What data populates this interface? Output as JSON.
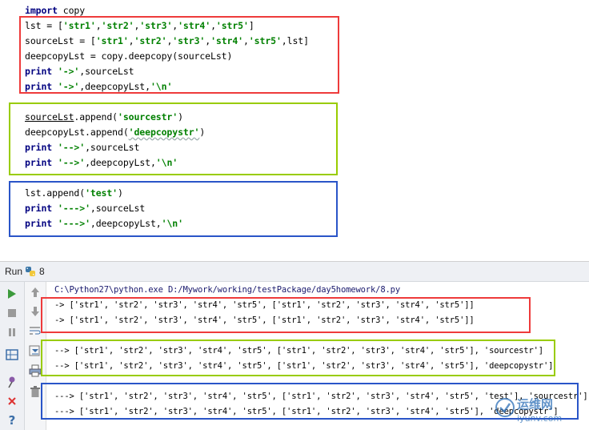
{
  "editor": {
    "lines": [
      {
        "parts": [
          {
            "t": "import",
            "c": "kw"
          },
          {
            "t": " copy",
            "c": ""
          }
        ]
      },
      {
        "parts": [
          {
            "t": "lst = [",
            "c": ""
          },
          {
            "t": "'str1'",
            "c": "str"
          },
          {
            "t": ",",
            "c": ""
          },
          {
            "t": "'str2'",
            "c": "str"
          },
          {
            "t": ",",
            "c": ""
          },
          {
            "t": "'str3'",
            "c": "str"
          },
          {
            "t": ",",
            "c": ""
          },
          {
            "t": "'str4'",
            "c": "str"
          },
          {
            "t": ",",
            "c": ""
          },
          {
            "t": "'str5'",
            "c": "str"
          },
          {
            "t": "]",
            "c": ""
          }
        ]
      },
      {
        "parts": [
          {
            "t": "sourceLst = [",
            "c": ""
          },
          {
            "t": "'str1'",
            "c": "str"
          },
          {
            "t": ",",
            "c": ""
          },
          {
            "t": "'str2'",
            "c": "str"
          },
          {
            "t": ",",
            "c": ""
          },
          {
            "t": "'str3'",
            "c": "str"
          },
          {
            "t": ",",
            "c": ""
          },
          {
            "t": "'str4'",
            "c": "str"
          },
          {
            "t": ",",
            "c": ""
          },
          {
            "t": "'str5'",
            "c": "str"
          },
          {
            "t": ",lst]",
            "c": ""
          }
        ]
      },
      {
        "parts": [
          {
            "t": "deepcopyLst = copy.deepcopy(sourceLst)",
            "c": ""
          }
        ]
      },
      {
        "parts": [
          {
            "t": "print",
            "c": "kw"
          },
          {
            "t": " ",
            "c": ""
          },
          {
            "t": "'->'",
            "c": "str"
          },
          {
            "t": ",sourceLst",
            "c": ""
          }
        ]
      },
      {
        "parts": [
          {
            "t": "print",
            "c": "kw"
          },
          {
            "t": " ",
            "c": ""
          },
          {
            "t": "'->'",
            "c": "str"
          },
          {
            "t": ",deepcopyLst,",
            "c": ""
          },
          {
            "t": "'\\n'",
            "c": "str"
          }
        ]
      },
      {
        "parts": [
          {
            "t": "",
            "c": ""
          }
        ]
      },
      {
        "parts": [
          {
            "t": "sourceLst",
            "c": "ul"
          },
          {
            "t": ".append(",
            "c": ""
          },
          {
            "t": "'sourcestr'",
            "c": "str"
          },
          {
            "t": ")",
            "c": ""
          }
        ]
      },
      {
        "parts": [
          {
            "t": "deepcopyLst.append(",
            "c": ""
          },
          {
            "t": "'deepcopystr'",
            "c": "str warn"
          },
          {
            "t": ")",
            "c": ""
          }
        ]
      },
      {
        "parts": [
          {
            "t": "print",
            "c": "kw"
          },
          {
            "t": " ",
            "c": ""
          },
          {
            "t": "'-->'",
            "c": "str"
          },
          {
            "t": ",sourceLst",
            "c": ""
          }
        ]
      },
      {
        "parts": [
          {
            "t": "print",
            "c": "kw"
          },
          {
            "t": " ",
            "c": ""
          },
          {
            "t": "'-->'",
            "c": "str"
          },
          {
            "t": ",deepcopyLst,",
            "c": ""
          },
          {
            "t": "'\\n'",
            "c": "str"
          }
        ]
      },
      {
        "parts": [
          {
            "t": "",
            "c": ""
          }
        ]
      },
      {
        "parts": [
          {
            "t": "lst.append(",
            "c": ""
          },
          {
            "t": "'test'",
            "c": "str"
          },
          {
            "t": ")",
            "c": ""
          }
        ]
      },
      {
        "parts": [
          {
            "t": "print",
            "c": "kw"
          },
          {
            "t": " ",
            "c": ""
          },
          {
            "t": "'--->'",
            "c": "str"
          },
          {
            "t": ",sourceLst",
            "c": ""
          }
        ]
      },
      {
        "parts": [
          {
            "t": "print",
            "c": "kw"
          },
          {
            "t": " ",
            "c": ""
          },
          {
            "t": "'--->'",
            "c": "str"
          },
          {
            "t": ",deepcopyLst,",
            "c": ""
          },
          {
            "t": "'\\n'",
            "c": "str"
          }
        ]
      }
    ]
  },
  "run_panel": {
    "label": "Run",
    "config_name": "8"
  },
  "console": {
    "command": "C:\\Python27\\python.exe D:/Mywork/working/testPackage/day5homework/8.py",
    "output": [
      "-> ['str1', 'str2', 'str3', 'str4', 'str5', ['str1', 'str2', 'str3', 'str4', 'str5']]",
      "-> ['str1', 'str2', 'str3', 'str4', 'str5', ['str1', 'str2', 'str3', 'str4', 'str5']]",
      "",
      "--> ['str1', 'str2', 'str3', 'str4', 'str5', ['str1', 'str2', 'str3', 'str4', 'str5'], 'sourcestr']",
      "--> ['str1', 'str2', 'str3', 'str4', 'str5', ['str1', 'str2', 'str3', 'str4', 'str5'], 'deepcopystr']",
      "",
      "---> ['str1', 'str2', 'str3', 'str4', 'str5', ['str1', 'str2', 'str3', 'str4', 'str5', 'test'], 'sourcestr']",
      "---> ['str1', 'str2', 'str3', 'str4', 'str5', ['str1', 'str2', 'str3', 'str4', 'str5'], 'deepcopystr']"
    ]
  },
  "toolbar": {
    "left_icons": [
      "run-icon",
      "stop-icon",
      "pause-icon",
      "layout-icon",
      "pin-icon",
      "close-icon",
      "help-icon"
    ],
    "right_icons": [
      "up-arrow-icon",
      "down-arrow-icon",
      "soft-wrap-icon",
      "scroll-to-end-icon",
      "print-icon",
      "trash-icon"
    ]
  },
  "colors": {
    "annotation_red": "#ee3b3b",
    "annotation_green": "#99cc00",
    "annotation_blue": "#2a55c8",
    "keyword": "#000080",
    "string": "#008000"
  },
  "watermark": {
    "title": "运维网",
    "url": "iyunv.com"
  }
}
